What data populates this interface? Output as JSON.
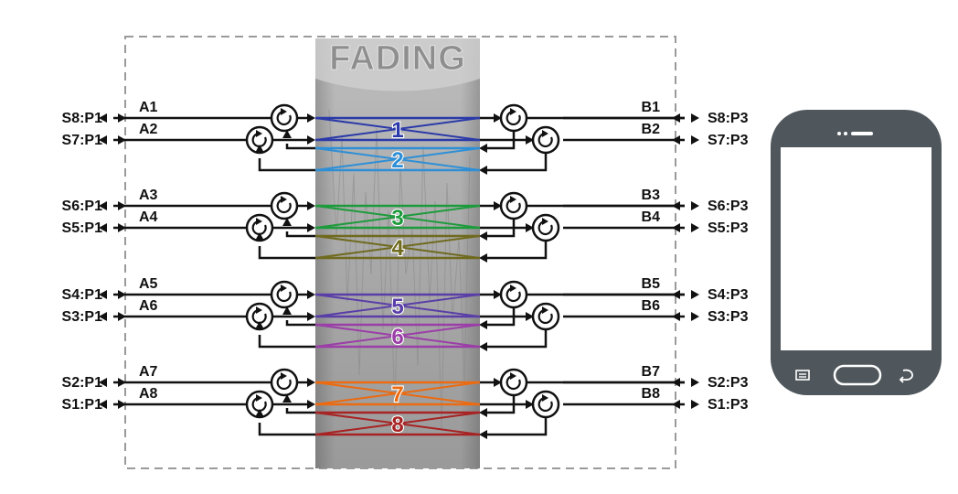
{
  "fading": {
    "title": "FADING",
    "channels": [
      {
        "label": "1",
        "color": "#2b3aa8"
      },
      {
        "label": "2",
        "color": "#2e8fd6"
      },
      {
        "label": "3",
        "color": "#1d9b3c"
      },
      {
        "label": "4",
        "color": "#6f6a1e"
      },
      {
        "label": "5",
        "color": "#5a3ea8"
      },
      {
        "label": "6",
        "color": "#9b3ea8"
      },
      {
        "label": "7",
        "color": "#ec6a10"
      },
      {
        "label": "8",
        "color": "#a82323"
      }
    ]
  },
  "left_ports": [
    {
      "port": "S8:P1",
      "tag": "A1"
    },
    {
      "port": "S7:P1",
      "tag": "A2"
    },
    {
      "port": "S6:P1",
      "tag": "A3"
    },
    {
      "port": "S5:P1",
      "tag": "A4"
    },
    {
      "port": "S4:P1",
      "tag": "A5"
    },
    {
      "port": "S3:P1",
      "tag": "A6"
    },
    {
      "port": "S2:P1",
      "tag": "A7"
    },
    {
      "port": "S1:P1",
      "tag": "A8"
    }
  ],
  "right_ports": [
    {
      "port": "S8:P3",
      "tag": "B1"
    },
    {
      "port": "S7:P3",
      "tag": "B2"
    },
    {
      "port": "S6:P3",
      "tag": "B3"
    },
    {
      "port": "S5:P3",
      "tag": "B4"
    },
    {
      "port": "S4:P3",
      "tag": "B5"
    },
    {
      "port": "S3:P3",
      "tag": "B6"
    },
    {
      "port": "S2:P3",
      "tag": "B7"
    },
    {
      "port": "S1:P3",
      "tag": "B8"
    }
  ],
  "device": {
    "icons": [
      "speaker-slot-icon",
      "menu-icon",
      "home-icon",
      "back-icon"
    ],
    "body_color": "#4f575c",
    "screen_color": "#ffffff"
  }
}
